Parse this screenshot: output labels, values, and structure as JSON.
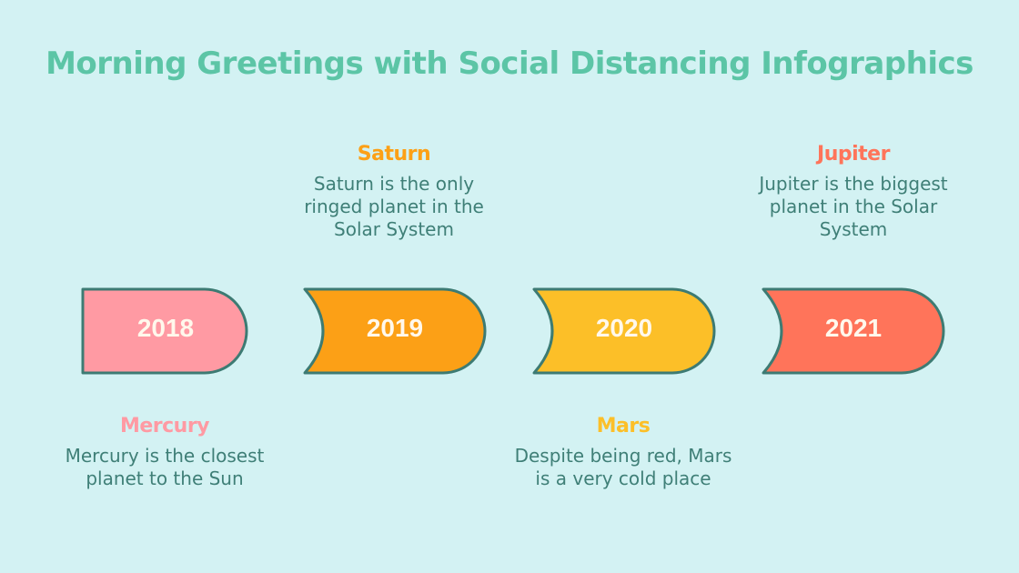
{
  "title": "Morning Greetings with Social Distancing Infographics",
  "colors": {
    "background": "#d3f2f3",
    "title": "#5cc5a6",
    "stroke": "#3d7b73",
    "text": "#3f7f77"
  },
  "timeline": [
    {
      "year": "2018",
      "planet": "Mercury",
      "description": "Mercury is the closest planet to the Sun",
      "color": "#ff9aa3",
      "position": "below"
    },
    {
      "year": "2019",
      "planet": "Saturn",
      "description": "Saturn is the only ringed planet in the Solar System",
      "color": "#fca016",
      "position": "above"
    },
    {
      "year": "2020",
      "planet": "Mars",
      "description": "Despite being red, Mars is a very cold place",
      "color": "#fcbf28",
      "position": "below"
    },
    {
      "year": "2021",
      "planet": "Jupiter",
      "description": "Jupiter is the biggest planet in the Solar System",
      "color": "#ff745a",
      "position": "above"
    }
  ]
}
